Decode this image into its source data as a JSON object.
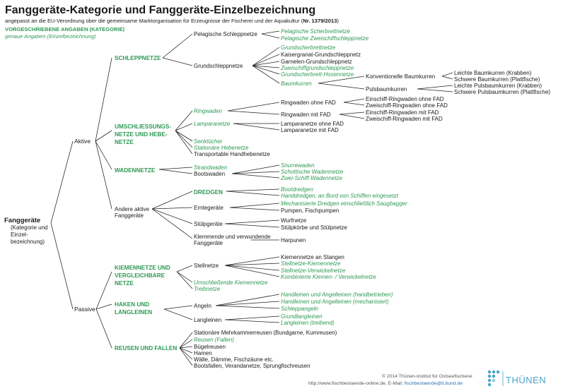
{
  "header": {
    "title": "Fanggeräte-Kategorie und Fanggeräte-Einzelbezeichnung",
    "subtitle_main": "angepasst an die EU-Verordnung über die gemeinsame Marktorganisation für Erzeugnisse der Fischerei und der Aquakultur (",
    "subtitle_ref": "Nr. 1379/2013",
    "subtitle_end": ")",
    "legend_required": "VORGESCHRIEBENE ANGABEN (KATEGORIE)",
    "legend_detail": "genaue Angaben (Einzelbezeichnung)"
  },
  "root": {
    "title": "Fanggeräte",
    "subtitle": "(Kategorie und Einzel-bezeichnung)"
  },
  "level1": {
    "active": "Aktive",
    "passive": "Passive"
  },
  "categories": {
    "schleppnetze": "SCHLEPPNETZE",
    "umschliessung": "UMSCHLIESSUNGS-NETZE UND HEBE-NETZE",
    "wadennetze": "WADENNETZE",
    "dredgen": "DREDGEN",
    "kiemennetze": "KIEMENNETZE UND VERGLEICHBARE NETZE",
    "haken": "HAKEN UND LANGLEINEN",
    "reusen": "REUSEN UND FALLEN"
  },
  "nodes": {
    "pel_schlepp": "Pelagische Schleppnetze",
    "pel_scherbrett": "Pelagische Scherbrettnetze",
    "pel_zweischiff": "Pelagische Zweischiffschleppnetze",
    "grundschlepp": "Grundschleppnetze",
    "kaisergranat": "Kaisergranat-Grundschleppnetz",
    "grundscherbrett": "Grundscherbrettnetze",
    "garnelen": "Garnelen-Grundschleppnetz",
    "zweischiffgrund": "Zweischiffgrundschleppnetze",
    "grundscherbrett_hosen": "Grundscherbrett-Hosennetze",
    "baumkurren": "Baumkurren",
    "konv_baum": "Konventionelle Baumkurren",
    "leichte_baum": "Leichte Baumkurren (Krabben)",
    "schwere_baum": "Schwere Baumkurren (Plattfische)",
    "pulsbaum": "Pulsbaumkurren",
    "leichte_puls": "Leichte Pulsbaumkurren (Krabben)",
    "schwere_puls": "Schwere Pulsbaumkurren (Plattfische)",
    "ringwaden": "Ringwaden",
    "ring_ohne": "Ringwaden ohne FAD",
    "ring_mit": "Ringwaden mit FAD",
    "ein_ohne": "Einschiff-Ringwaden ohne FAD",
    "zwei_ohne": "Zweischiff-Ringwaden ohne FAD",
    "ein_mit": "Einschiff-Ringwaden mit FAD",
    "zwei_mit": "Zweischiff-Ringwaden mit FAD",
    "lampara": "Lamparanetze",
    "lampara_ohne": "Lamparanetze ohne FAD",
    "lampara_mit": "Lamparanetze mit FAD",
    "senk": "Senktücher",
    "stat_hebe": "Stationäre Hebenetze",
    "transport_hebe": "Transportable Handhebenetze",
    "strandwaden": "Strandwaden",
    "bootswaden": "Bootswaden",
    "snurre": "Snurrewaden",
    "schott": "Schottische Wadennetze",
    "zweischiffwaden": "Zwei-Schiff-Wadennetze",
    "andere": "Andere aktive Fanggeräte",
    "bootdredgen": "Bootdredgen",
    "handdredgen": "Handdredgen, an Bord von Schiffen eingesetzt",
    "ernte": "Erntegeräte",
    "mech_dredgen": "Mechanisierte Dredgen einschließlich Saugbagger",
    "pumpen": "Pumpen, Fischpumpen",
    "stuelp": "Stülpgeräte",
    "wurfnetze": "Wurfnetze",
    "stuelpkoerbe": "Stülpkörbe und Stülpnetze",
    "klemmende": "Klemmende und verwundende Fanggeräte",
    "harpunen": "Harpunen",
    "stellnetze": "Stellnetze",
    "kiemen_stangen": "Kiemennetze an Stangen",
    "stell_kiemen": "Stellnetze-Kiemennetze",
    "stell_verwickel": "Stellnetze-Verwickelnetze",
    "kombiniert": "Kombinierte Kiemen- / Verwickelnetze",
    "umschl_kiemen": "Umschließende Kiemennetze",
    "treib": "Treibnetze",
    "angeln": "Angeln",
    "hand_angel": "Handleinen und Angelleinen (handbetrieben)",
    "hand_mech": "Handleinen und Angelleinen (mechanisiert)",
    "schlepp_angeln": "Schleppangeln",
    "langleinen": "Langleinen",
    "grund_lang": "Grundlangleinen",
    "lang_treib": "Langleinen (treibend)",
    "stat_reusen": "Stationäre Mehrkammerreusen (Bundgarne, Kumreusen)",
    "reusen_fallen": "Reusen (Fallen)",
    "buegel": "Bügelreusen",
    "hamen": "Hamen",
    "waelle": "Wälle, Dämme, Fischzäune etc.",
    "bootsfallen": "Bootsfallen, Verandanetze, Sprungfischreusen"
  },
  "footer": {
    "copyright": "© 2014 Thünen-Institut für Ostseefischerei",
    "url": "http://www.fischbestaende-online.de",
    "email_label": ", E-Mail: ",
    "email": "fischbestaende@ti.bund.de",
    "logo_text": "THÜNEN"
  },
  "colors": {
    "accent": "#2e9a55",
    "text": "#1a1a1a",
    "logo_blue": "#4aa3c8"
  }
}
